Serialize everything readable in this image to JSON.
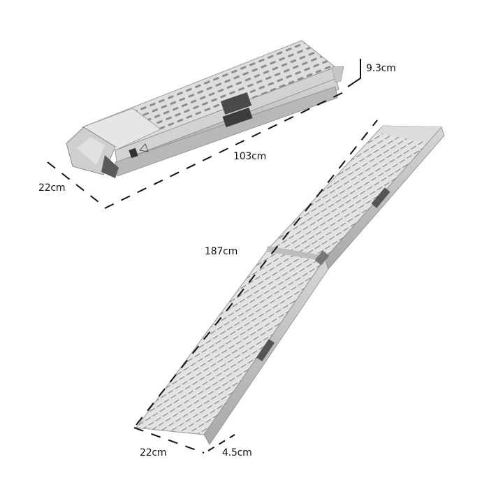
{
  "figure": {
    "subject": "Folding aluminium loading ramp",
    "background": "#ffffff",
    "views": [
      {
        "name": "folded",
        "description": "Ramp folded closed"
      },
      {
        "name": "unfolded",
        "description": "Ramp unfolded with bi-fold bend"
      }
    ]
  },
  "dimensions": {
    "folded_height": "9.3cm",
    "folded_length": "103cm",
    "folded_width": "22cm",
    "unfolded_length": "187cm",
    "unfolded_width": "22cm",
    "unfolded_thickness": "4.5cm"
  },
  "colors": {
    "metal_light": "#e4e4e4",
    "metal_mid": "#c8c8c8",
    "metal_dark": "#9a9a9a",
    "hinge": "#4a4a4a",
    "dash": "#111111",
    "text": "#111111"
  }
}
